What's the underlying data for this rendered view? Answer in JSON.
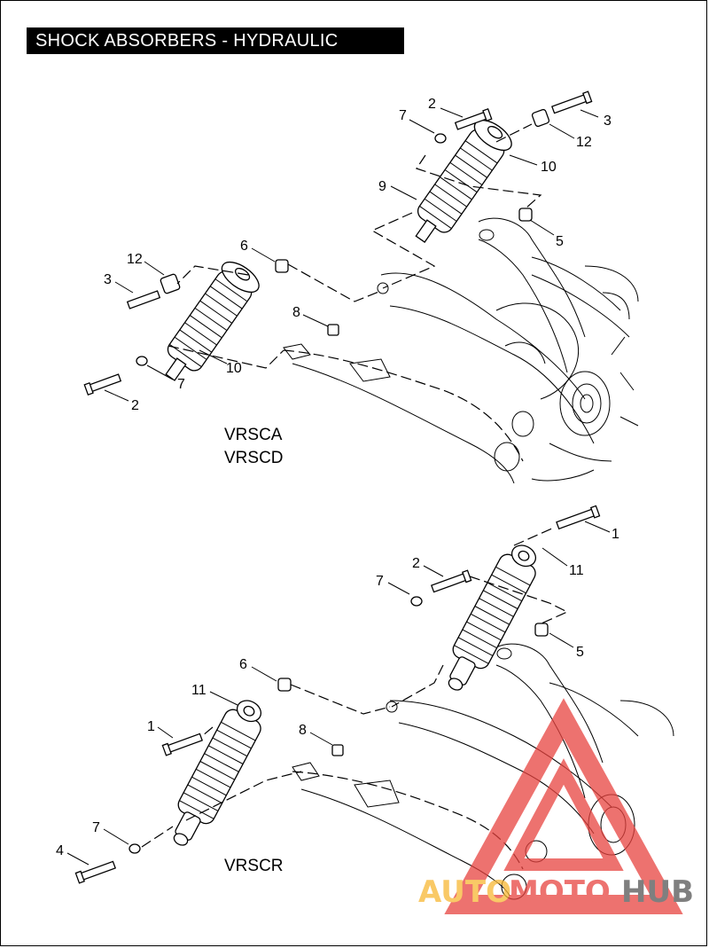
{
  "title": "SHOCK ABSORBERS - HYDRAULIC",
  "upper_section": {
    "model_lines": [
      "VRSCA",
      "VRSCD"
    ],
    "callouts": [
      "2",
      "7",
      "3",
      "12",
      "10",
      "9",
      "5",
      "6",
      "12",
      "3",
      "8",
      "10",
      "7",
      "2"
    ]
  },
  "lower_section": {
    "model_lines": [
      "VRSCR"
    ],
    "callouts": [
      "1",
      "2",
      "11",
      "7",
      "5",
      "6",
      "11",
      "8",
      "1",
      "7",
      "4"
    ]
  },
  "watermark": {
    "text_part1": "AUTO",
    "text_part2": "MOTO",
    "text_part3": "HUB",
    "colors": {
      "orange": "#f7b733",
      "red": "#e8433f",
      "gray": "#555555"
    }
  }
}
